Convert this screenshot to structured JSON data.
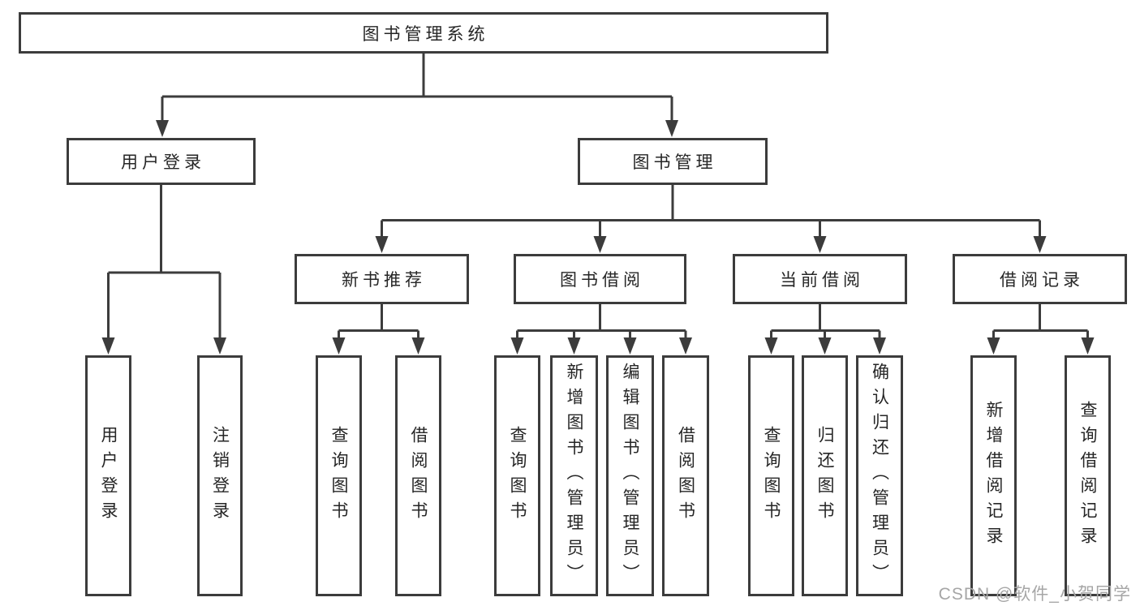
{
  "title": "图书管理系统",
  "colors": {
    "line": "#3c3c3c",
    "text": "#262626",
    "watermark": "#a6a6a6",
    "background": "#ffffff"
  },
  "watermark": {
    "text": "CSDN @软件_小贺同学"
  },
  "tree": {
    "label": "图书管理系统",
    "children": [
      {
        "label": "用户登录",
        "children": [
          {
            "label": "用户登录"
          },
          {
            "label": "注销登录"
          }
        ]
      },
      {
        "label": "图书管理",
        "children": [
          {
            "label": "新书推荐",
            "children": [
              {
                "label": "查询图书"
              },
              {
                "label": "借阅图书"
              }
            ]
          },
          {
            "label": "图书借阅",
            "children": [
              {
                "label": "查询图书"
              },
              {
                "label": "新增图书（管理员）"
              },
              {
                "label": "编辑图书（管理员）"
              },
              {
                "label": "借阅图书"
              }
            ]
          },
          {
            "label": "当前借阅",
            "children": [
              {
                "label": "查询图书"
              },
              {
                "label": "归还图书"
              },
              {
                "label": "确认归还（管理员）"
              }
            ]
          },
          {
            "label": "借阅记录",
            "children": [
              {
                "label": "新增借阅记录"
              },
              {
                "label": "查询借阅记录"
              }
            ]
          }
        ]
      }
    ]
  }
}
